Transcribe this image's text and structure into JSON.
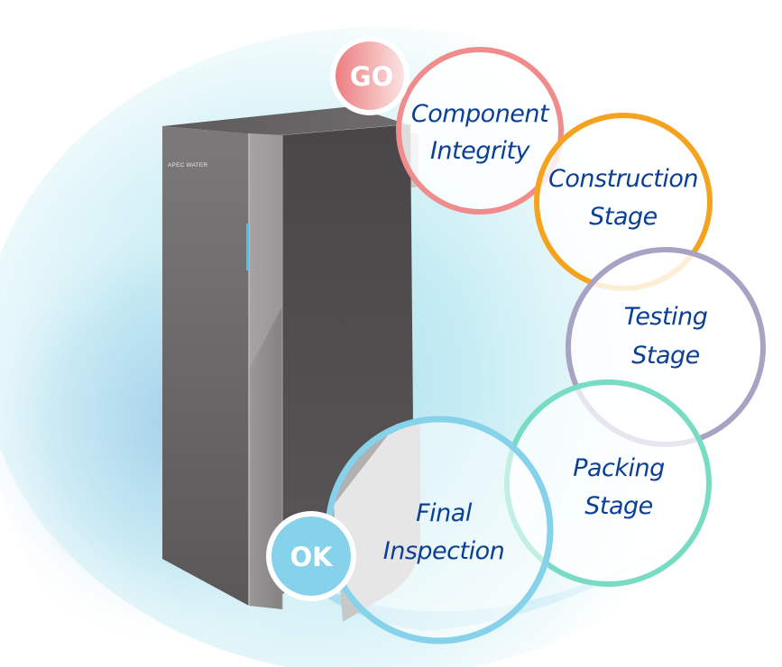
{
  "diagram": {
    "title": "Water filter quality control process",
    "product": {
      "brand_label": "APEC WATER",
      "description": "Under-sink filtration cabinet",
      "body_color": "#4e4b4c",
      "indicator_color": "#3ec8f0"
    },
    "start_badge": {
      "label": "GO",
      "color": "#ef8585"
    },
    "end_badge": {
      "label": "OK",
      "color": "#86d2ea"
    },
    "stages": [
      {
        "id": "component-integrity",
        "order": 1,
        "lines": [
          "Component",
          "Integrity"
        ],
        "ring_color": "#f08c8c"
      },
      {
        "id": "construction-stage",
        "order": 2,
        "lines": [
          "Construction",
          "Stage"
        ],
        "ring_color": "#f5a21f"
      },
      {
        "id": "testing-stage",
        "order": 3,
        "lines": [
          "Testing",
          "Stage"
        ],
        "ring_color": "#a8a2c4"
      },
      {
        "id": "packing-stage",
        "order": 4,
        "lines": [
          "Packing",
          "Stage"
        ],
        "ring_color": "#78dcc4"
      },
      {
        "id": "final-inspection",
        "order": 5,
        "lines": [
          "Final",
          "Inspection"
        ],
        "ring_color": "#86d2ea"
      }
    ],
    "text_color": "#0b3f96",
    "background_glow_color": "#a8dff0"
  }
}
